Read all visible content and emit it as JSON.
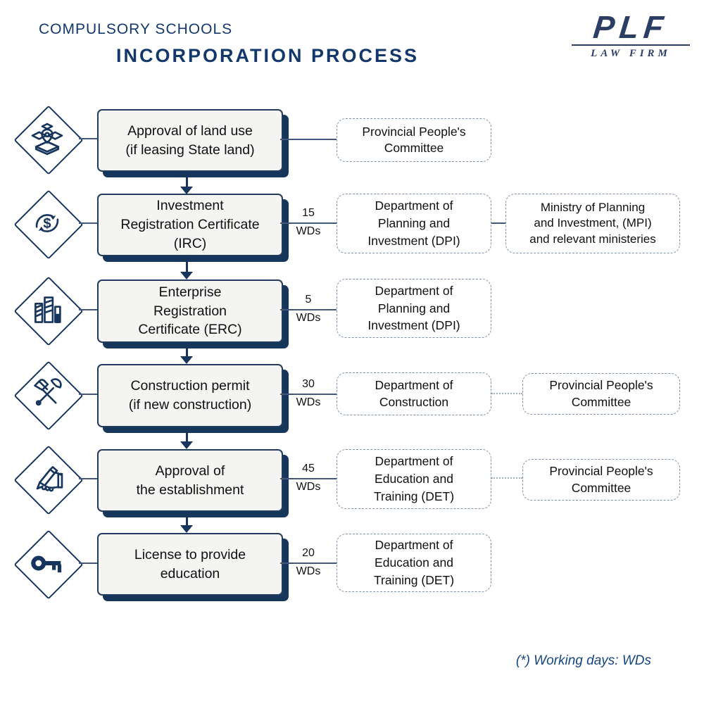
{
  "header": {
    "kicker": "COMPULSORY SCHOOLS",
    "title": "INCORPORATION PROCESS",
    "logo": {
      "name": "PLF",
      "subtitle": "LAW FIRM"
    }
  },
  "colors": {
    "navy": "#16355c",
    "box_bg": "#f4f4f2",
    "dash_border": "#7f93aa",
    "title_navy": "#12386b"
  },
  "wds_unit": "WDs",
  "currency_symbol": "$",
  "footnote": "(*) Working days: WDs",
  "rows": [
    {
      "icon": "land-plot-icon",
      "step": "Approval of land use\n(if leasing State land)",
      "wds": "",
      "agency": "Provincial People's\nCommittee",
      "agency2": ""
    },
    {
      "icon": "currency-cycle-icon",
      "step": "Investment\nRegistration Certificate\n(IRC)",
      "wds": "15",
      "agency": "Department of\nPlanning and\nInvestment (DPI)",
      "agency2": "Ministry of Planning\nand Investment, (MPI)\nand relevant ministeries"
    },
    {
      "icon": "buildings-icon",
      "step": "Enterprise\nRegistration\nCertificate (ERC)",
      "wds": "5",
      "agency": "Department of\nPlanning and\nInvestment (DPI)",
      "agency2": ""
    },
    {
      "icon": "tools-icon",
      "step": "Construction permit\n(if new construction)",
      "wds": "30",
      "agency": "Department of\nConstruction",
      "agency2": "Provincial People's\nCommittee"
    },
    {
      "icon": "signing-icon",
      "step": "Approval of\nthe establishment",
      "wds": "45",
      "agency": "Department of\nEducation and\nTraining (DET)",
      "agency2": "Provincial People's\nCommittee"
    },
    {
      "icon": "key-icon",
      "step": "License to provide\neducation",
      "wds": "20",
      "agency": "Department of\nEducation and\nTraining (DET)",
      "agency2": ""
    }
  ]
}
